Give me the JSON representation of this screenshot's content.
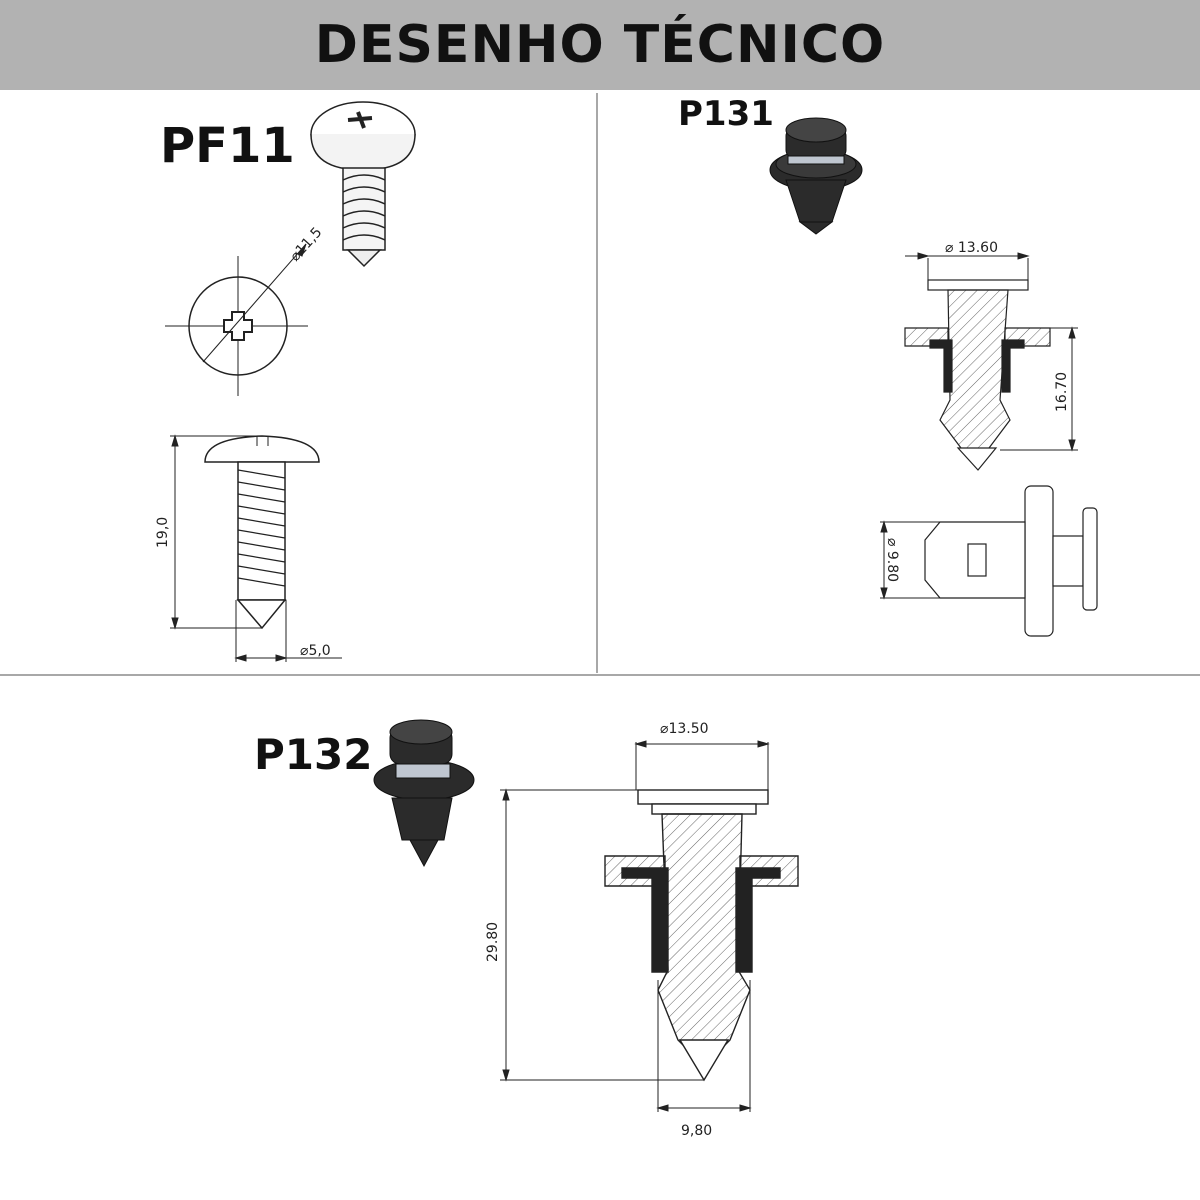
{
  "header": {
    "title": "DESENHO TÉCNICO"
  },
  "parts": {
    "pf11": {
      "label": "PF11",
      "dims": {
        "head_diameter": "11,5",
        "length": "19,0",
        "shank_diameter": "5,0"
      }
    },
    "p131": {
      "label": "P131",
      "dims": {
        "head_diameter": "13.60",
        "height": "16.70",
        "body_diameter": "9.80"
      }
    },
    "p132": {
      "label": "P132",
      "dims": {
        "head_diameter": "13.50",
        "height": "29.80",
        "tip_diameter": "9,80"
      }
    }
  },
  "colors": {
    "header_bg": "#b2b2b2",
    "divider": "#a8a8a8",
    "clip_black": "#2b2b2b"
  }
}
